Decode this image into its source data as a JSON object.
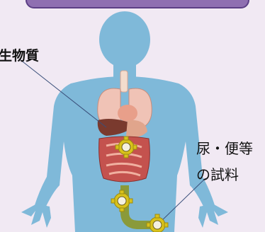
{
  "labels": {
    "left": "生物質",
    "right_line1": "尿・便等",
    "right_line2": "の試料"
  },
  "colors": {
    "background": "#f1e9f3",
    "body_silhouette": "#7fb9d9",
    "header_banner": "#8f6fb1",
    "gear_marker": "#d9c21b",
    "intestine": "#c4524e",
    "lungs": "#f0c3b6",
    "liver": "#7a3a2e",
    "colon_tube": "#8a9a3a"
  },
  "icons": [
    "gear-icon",
    "gear-icon",
    "gear-icon"
  ]
}
